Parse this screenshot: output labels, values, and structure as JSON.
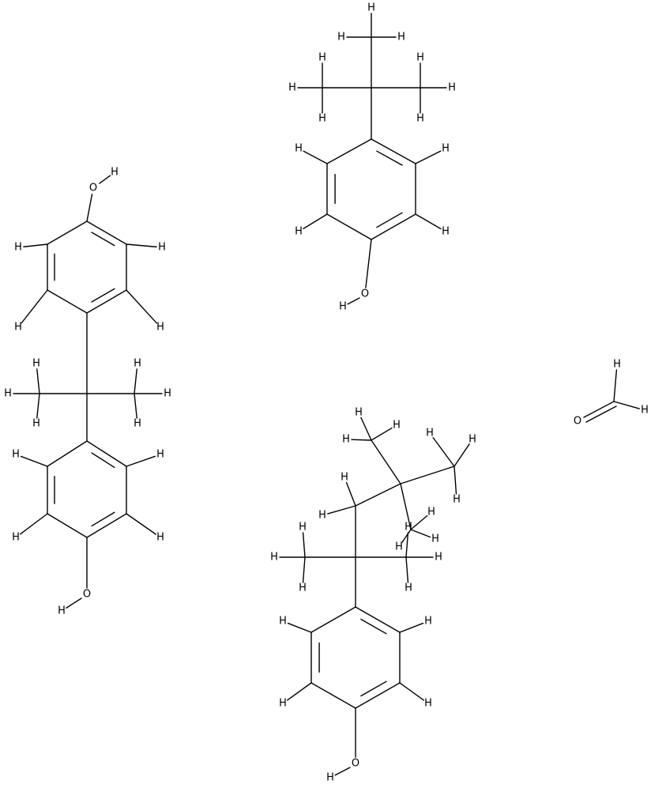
{
  "atom_labels": {
    "hydrogen": "H",
    "oxygen": "O",
    "hydroxyl": "OH"
  },
  "molecules": [
    {
      "name": "bisphenol-a"
    },
    {
      "name": "4-tert-butylphenol"
    },
    {
      "name": "formaldehyde"
    },
    {
      "name": "4-tert-octylphenol"
    }
  ]
}
